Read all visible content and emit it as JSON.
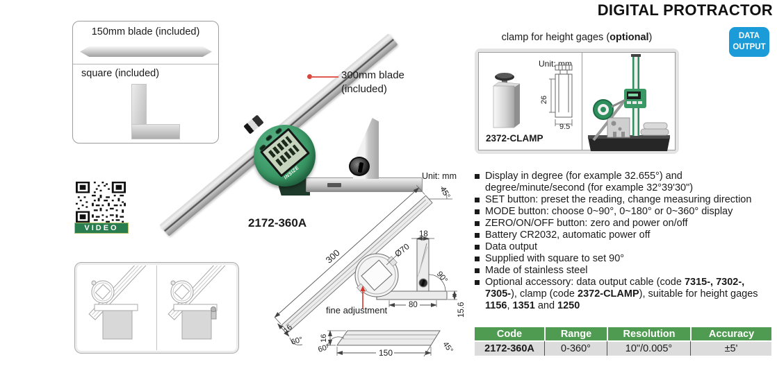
{
  "header": {
    "title": "DIGITAL PROTRACTOR",
    "badge": {
      "line1": "DATA",
      "line2": "OUTPUT"
    }
  },
  "included_box": {
    "blade_label": "150mm blade (included)",
    "square_label": "square (included)"
  },
  "product": {
    "code": "2172-360A",
    "brand": "INSIZE",
    "callout_line1": "300mm blade",
    "callout_line2": "(included)",
    "video_label": "VIDEO"
  },
  "clamp_section": {
    "heading_pre": "clamp for height gages (",
    "heading_bold": "optional",
    "heading_post": ")",
    "unit": "Unit: mm",
    "dim_height": "26",
    "dim_width": "9.5",
    "code": "2372-CLAMP"
  },
  "features": {
    "items": [
      "Display in degree (for example 32.655°) and degree/minute/second (for example 32°39'30\")",
      "SET button: preset the reading, change measuring direction",
      "MODE button: choose 0~90°, 0~180° or 0~360° display",
      "ZERO/ON/OFF button: zero and power on/off",
      "Battery CR2032, automatic power off",
      "Data output",
      "Supplied with square to set 90°",
      "Made of stainless steel"
    ],
    "optional": {
      "pre": "Optional accessory: data output cable (code ",
      "codes": "7315-, 7302-, 7305-",
      "mid1": "), clamp (code ",
      "clamp_code": "2372-CLAMP",
      "mid2": "), suitable for height gages ",
      "gage1": "1156",
      "sep": ", ",
      "gage2": "1351",
      "and": " and ",
      "gage3": "1250"
    }
  },
  "drawing": {
    "unit": "Unit: mm",
    "blade300_length": "300",
    "blade300_top_angle": "45°",
    "blade300_tip_width": "16",
    "blade300_tip_angle": "60°",
    "dial_diameter": "Ø70",
    "square_width": "18",
    "square_angle": "90°",
    "base_length": "80",
    "base_height": "15.6",
    "fine_adjustment": "fine adjustment",
    "blade150_height": "16",
    "blade150_left_angle": "60°",
    "blade150_length": "150",
    "blade150_right_angle": "45°"
  },
  "table": {
    "columns": [
      "Code",
      "Range",
      "Resolution",
      "Accuracy"
    ],
    "rows": [
      [
        "2172-360A",
        "0-360°",
        "10\"/0.005°",
        "±5'"
      ]
    ]
  },
  "colors": {
    "accent_blue": "#1b9cd8",
    "table_green": "#4f9b51",
    "insize_green": "#3a9865",
    "video_green": "#2a7d4f",
    "callout_red": "#e05a52"
  }
}
